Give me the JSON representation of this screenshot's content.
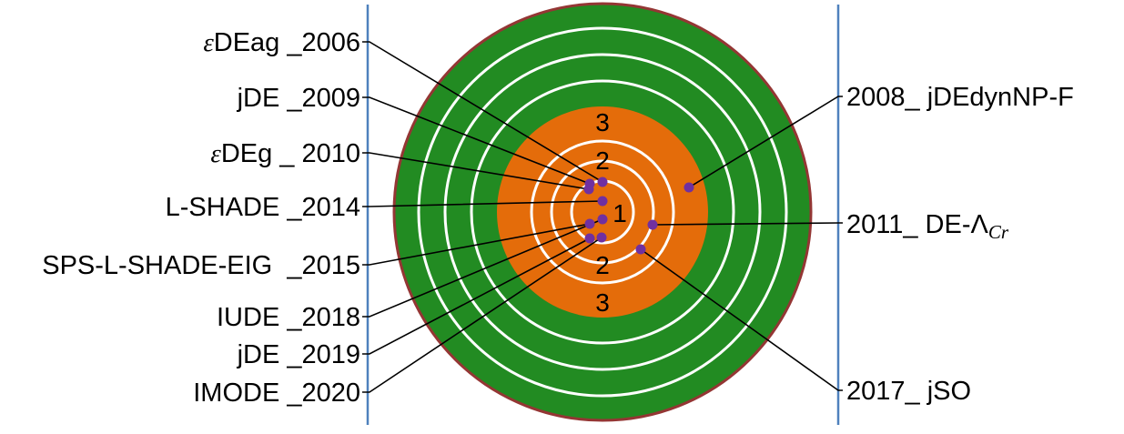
{
  "colors": {
    "outer_band": "#228B22",
    "inner_band": "#E46C0A",
    "ring_line": "#FFFFFF",
    "outer_border": "#943634",
    "marker": "#7030A0",
    "rule": "#4F81BD"
  },
  "ring_numbers": {
    "top_3": "3",
    "top_2": "2",
    "center_1": "1",
    "bottom_2": "2",
    "bottom_3": "3"
  },
  "labels_left": [
    {
      "id": "edeag-2006",
      "prefix": "ε",
      "text": "DEag _2006"
    },
    {
      "id": "jde-2009",
      "prefix": "",
      "text": "jDE _2009"
    },
    {
      "id": "edeg-2010",
      "prefix": "ε",
      "text": "DEg _ 2010"
    },
    {
      "id": "lshade-2014",
      "prefix": "",
      "text": "L-SHADE _2014"
    },
    {
      "id": "spslshadeeig-2015",
      "prefix": "",
      "text": "SPS-L-SHADE-EIG  _2015"
    },
    {
      "id": "iude-2018",
      "prefix": "",
      "text": "IUDE _2018"
    },
    {
      "id": "jde-2019",
      "prefix": "",
      "text": "jDE _2019"
    },
    {
      "id": "imode-2020",
      "prefix": "",
      "text": "IMODE _2020"
    }
  ],
  "labels_right": [
    {
      "id": "jdedynnpf-2008",
      "text": "2008_ jDEdynNP-F",
      "symbol": "",
      "subscript": ""
    },
    {
      "id": "delambdacr-2011",
      "text": "2011_ DE-",
      "symbol": "Λ",
      "subscript": "Cr"
    },
    {
      "id": "jso-2017",
      "text": "2017_ jSO",
      "symbol": "",
      "subscript": ""
    }
  ]
}
